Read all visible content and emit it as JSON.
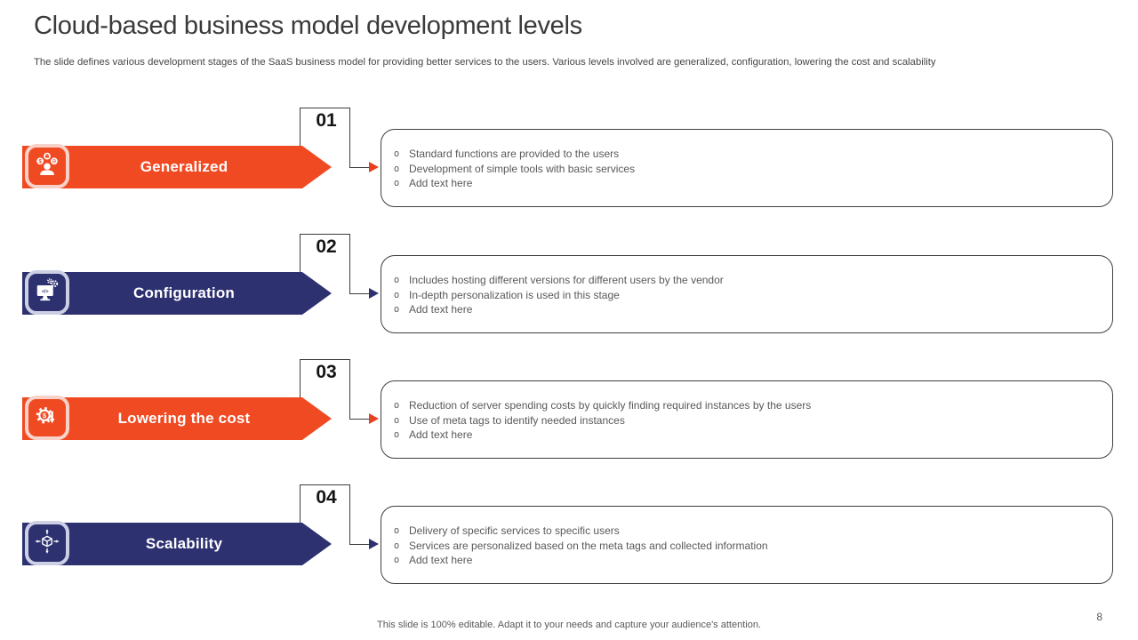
{
  "slide": {
    "title": "Cloud-based business model development levels",
    "subtitle": "The slide defines various development stages of the SaaS business model for providing better services to the users. Various levels involved are generalized, configuration, lowering the cost and scalability",
    "footer": "This slide is 100% editable. Adapt it to your needs and capture your audience's attention.",
    "page_number": "8",
    "bullet_marker": "o"
  },
  "theme": {
    "orange": "#F04A23",
    "navy": "#2D3170",
    "orange_tile_border": "#F8D2C8",
    "navy_tile_border": "#CDCFE4",
    "connector_line": "#3c3c3c",
    "box_border": "#3f3f3f",
    "body_text": "#595959",
    "title_text": "#3a3a3a"
  },
  "levels": [
    {
      "number": "01",
      "label": "Generalized",
      "icon": "user-services-icon",
      "bullets": [
        "Standard functions are provided to the users",
        "Development of simple tools with basic services",
        "Add text here"
      ]
    },
    {
      "number": "02",
      "label": "Configuration",
      "icon": "monitor-gear-icon",
      "bullets": [
        "Includes hosting different versions for different users by the vendor",
        "In-depth personalization is used in this stage",
        "Add text here"
      ]
    },
    {
      "number": "03",
      "label": "Lowering the cost",
      "icon": "cost-reduction-gear-icon",
      "bullets": [
        "Reduction of server spending costs by quickly finding required instances by the users",
        "Use of meta tags to identify needed instances",
        "Add text here"
      ]
    },
    {
      "number": "04",
      "label": "Scalability",
      "icon": "scalability-cube-icon",
      "bullets": [
        "Delivery of specific services to specific users",
        "Services are personalized based on the meta tags and collected information",
        "Add text here"
      ]
    }
  ]
}
